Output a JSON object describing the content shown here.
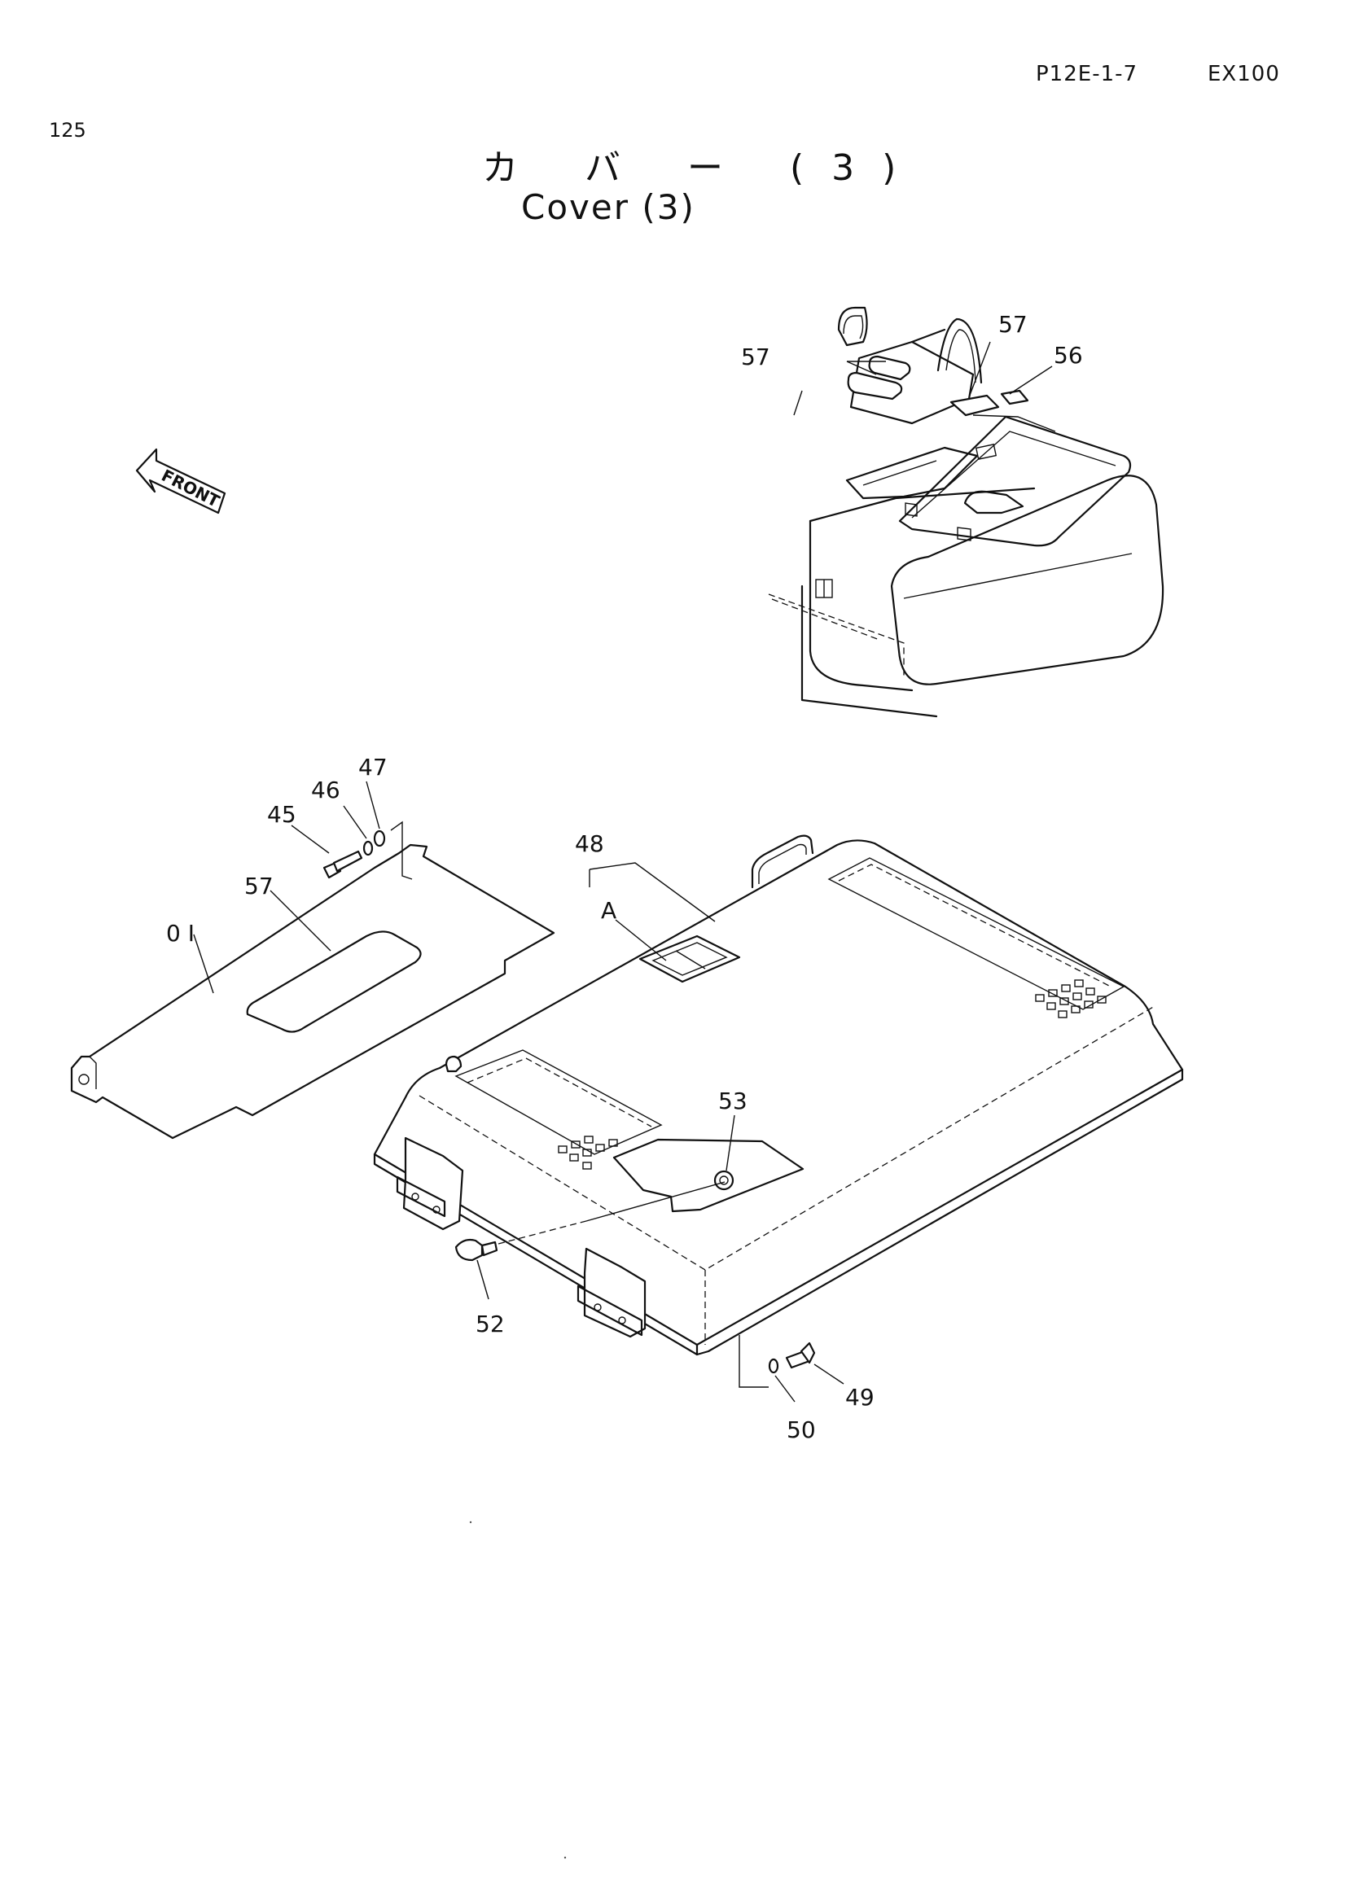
{
  "header": {
    "page_number": "125",
    "doc_code": "P12E-1-7",
    "model": "EX100"
  },
  "title": {
    "japanese": "カ バ ー (3)",
    "english": "Cover (3)"
  },
  "orientation_label": "FRONT",
  "callouts": {
    "c57a": "57",
    "c57b": "57",
    "c56": "56",
    "c47": "47",
    "c46": "46",
    "c45": "45",
    "c57c": "57",
    "c01": "0 I",
    "c48": "48",
    "cA": "A",
    "c53": "53",
    "c52": "52",
    "c49": "49",
    "c50": "50"
  }
}
